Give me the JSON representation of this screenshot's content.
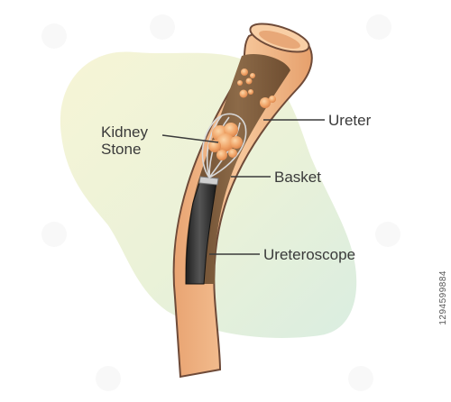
{
  "labels": {
    "kidney_stone_line1": "Kidney",
    "kidney_stone_line2": "Stone",
    "ureter": "Ureter",
    "basket": "Basket",
    "ureteroscope": "Ureteroscope"
  },
  "stock_id": "1294599884",
  "colors": {
    "tube_outer": "#f3b98a",
    "tube_inner": "#7e5a3a",
    "stone": "#f0a76a",
    "scope": "#2c2c2c",
    "blob": "#eef3d4"
  }
}
